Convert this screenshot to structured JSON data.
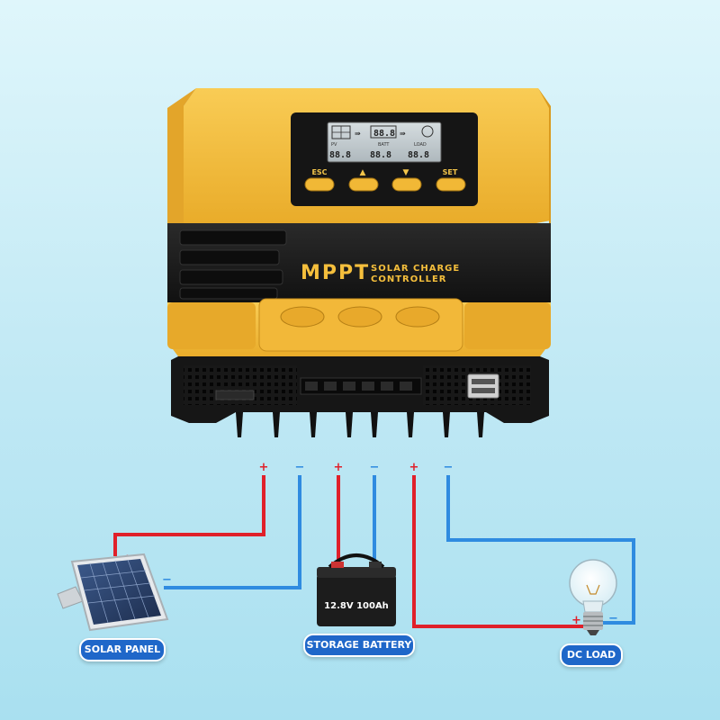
{
  "controller": {
    "brand_main": "MPPT",
    "brand_line1": "SOLAR CHARGE",
    "brand_line2": "CONTROLLER",
    "buttons": {
      "esc": "ESC",
      "up": "▲",
      "down": "▼",
      "set": "SET"
    },
    "lcd": {
      "top_value": "88.8",
      "pv_value": "88.8",
      "batt_value": "88.8",
      "load_value": "88.8",
      "pv_label": "PV",
      "batt_label": "BATT",
      "load_label": "LOAD"
    }
  },
  "wiring": {
    "plus": "+",
    "minus": "−"
  },
  "components": {
    "solar_panel": "SOLAR PANEL",
    "battery": "STORAGE BATTERY",
    "battery_rating": "12.8V 100Ah",
    "dc_load": "DC LOAD"
  },
  "colors": {
    "body_yellow": "#f6bf3a",
    "body_black": "#1b1b1b",
    "wire_positive": "#e0202a",
    "wire_negative": "#2f8be0",
    "label_blue": "#1f67c9"
  }
}
